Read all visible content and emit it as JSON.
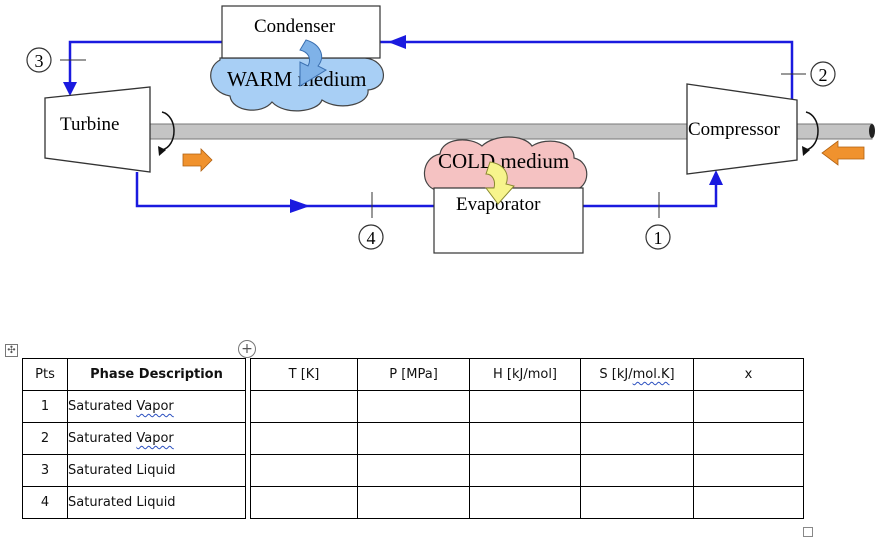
{
  "diagram": {
    "condenser_label": "Condenser",
    "warm_label": "WARM medium",
    "cold_label": "COLD medium",
    "evaporator_label": "Evaporator",
    "turbine_label": "Turbine",
    "compressor_label": "Compressor",
    "state_points": [
      "1",
      "2",
      "3",
      "4"
    ],
    "colors": {
      "flow_line": "#1a1adf",
      "warm_cloud": "#a8cff5",
      "cold_cloud": "#f5c2c2",
      "shaft": "#c4c4c4",
      "work_arrow": "#f0922e",
      "heat_arrow_condenser": "#7fb2e8",
      "heat_arrow_evaporator": "#f7f48c"
    }
  },
  "table": {
    "headers": [
      "Pts",
      "Phase Description",
      "T [K]",
      "P [MPa]",
      "H [kJ/mol]",
      "S [kJ/mol.K]",
      "x"
    ],
    "rows": [
      {
        "pt": "1",
        "desc": "Saturated Vapor"
      },
      {
        "pt": "2",
        "desc": "Saturated Vapor"
      },
      {
        "pt": "3",
        "desc": "Saturated Liquid"
      },
      {
        "pt": "4",
        "desc": "Saturated Liquid"
      }
    ],
    "move_handle_icon": "move-icon",
    "add_column_icon": "plus-icon"
  }
}
